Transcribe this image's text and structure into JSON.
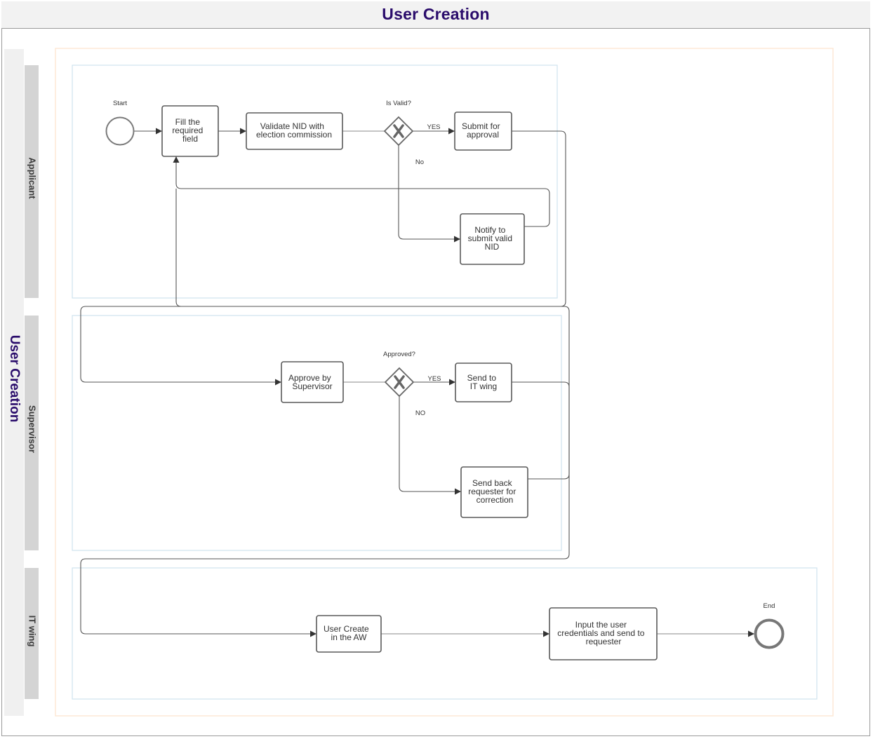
{
  "title": "User Creation",
  "pool_label": "User Creation",
  "lanes": {
    "applicant": "Applicant",
    "supervisor": "Supervisor",
    "it_wing": "IT wing"
  },
  "events": {
    "start": "Start",
    "end": "End"
  },
  "tasks": {
    "fill_field": [
      "Fill the",
      "required",
      "field"
    ],
    "validate_nid": [
      "Validate NID with",
      "election commission"
    ],
    "submit_approval": [
      "Submit for",
      "approval"
    ],
    "notify_nid": [
      "Notify to",
      "submit valid",
      "NID"
    ],
    "approve_supervisor": [
      "Approve by",
      "Supervisor"
    ],
    "send_it": [
      "Send to",
      "IT wing"
    ],
    "send_back": [
      "Send back",
      "requester for",
      "correction"
    ],
    "user_create": [
      "User Create",
      "in the AW"
    ],
    "input_credentials": [
      "Input the user",
      "credentials and send to",
      "requester"
    ]
  },
  "gateways": {
    "is_valid": "Is Valid?",
    "approved": "Approved?"
  },
  "flow_labels": {
    "valid_yes": "YES",
    "valid_no": "No",
    "approved_yes": "YES",
    "approved_no": "NO"
  },
  "colors": {
    "title_text": "#2a0c6b",
    "lane_header": "#d4d4d4",
    "lane_border": "#cfe3ee",
    "pool_border": "#fde9d6",
    "node_stroke": "#5a5a5a"
  }
}
